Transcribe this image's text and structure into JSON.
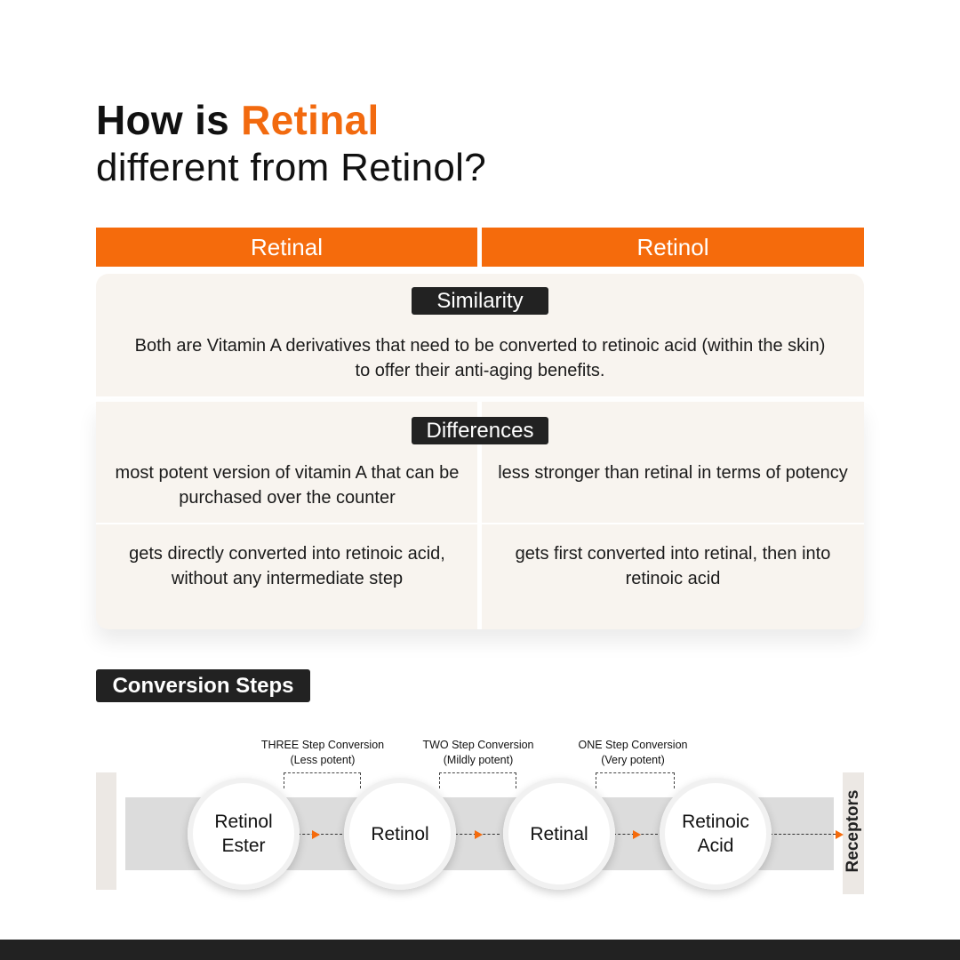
{
  "heading": {
    "line1_prefix": "How is ",
    "line1_accent": "Retinal",
    "line2": "different from Retinol?"
  },
  "columns": {
    "left": "Retinal",
    "right": "Retinol"
  },
  "similarity": {
    "label": "Similarity",
    "text": "Both are Vitamin A derivatives that need to be converted to retinoic acid (within the skin) to offer their anti-aging benefits."
  },
  "differences": {
    "label": "Differences",
    "rows": [
      {
        "retinal": "most potent version of vitamin A that can be purchased over the counter",
        "retinol": "less stronger than retinal in terms of potency"
      },
      {
        "retinal": "gets directly converted into retinoic acid, without any intermediate step",
        "retinol": "gets first converted into retinal, then into retinoic acid"
      }
    ]
  },
  "conversion": {
    "title": "Conversion Steps",
    "labels": [
      {
        "line1": "THREE Step Conversion",
        "line2": "(Less potent)"
      },
      {
        "line1": "TWO Step Conversion",
        "line2": "(Mildly potent)"
      },
      {
        "line1": "ONE Step Conversion",
        "line2": "(Very potent)"
      }
    ],
    "stages": [
      {
        "line1": "Retinol",
        "line2": "Ester"
      },
      {
        "line1": "Retinol",
        "line2": ""
      },
      {
        "line1": "Retinal",
        "line2": ""
      },
      {
        "line1": "Retinoic",
        "line2": "Acid"
      }
    ],
    "end_label": "Receptors"
  },
  "colors": {
    "accent": "#f56b0c",
    "dark": "#222222",
    "card_bg": "#f8f4ef"
  }
}
